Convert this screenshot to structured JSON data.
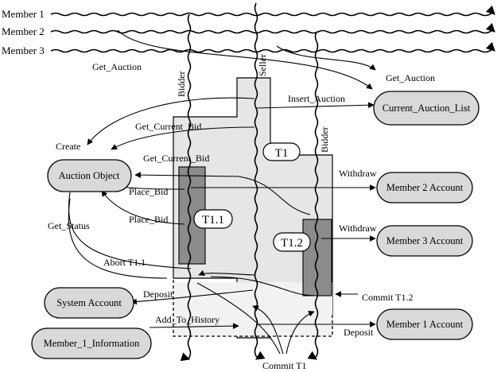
{
  "members": [
    "Member 1",
    "Member 2",
    "Member 3"
  ],
  "lifelines": {
    "bidder_left": "Bidder",
    "seller": "Seller",
    "bidder_right": "Bidder"
  },
  "transactions": {
    "t1": "T1",
    "t1_1": "T1.1",
    "t1_2": "T1.2"
  },
  "nodes": {
    "current_auction_list": "Current_Auction_List",
    "auction_object": "Auction Object",
    "member2_account": "Member 2 Account",
    "member3_account": "Member 3 Account",
    "system_account": "System Account",
    "member1_account": "Member 1 Account",
    "member1_information": "Member_1_Information"
  },
  "edge_labels": {
    "get_auction_left": "Get_Auction",
    "get_auction_right": "Get_Auction",
    "insert_auction": "Insert_Auction",
    "get_current_bid_1": "Get_Current_Bid",
    "get_current_bid_2": "Get_Current_Bid",
    "create": "Create",
    "place_bid_1": "Place_Bid",
    "place_bid_2": "Place_Bid",
    "withdraw_1": "Withdraw",
    "withdraw_2": "Withdraw",
    "get_status": "Get_Status",
    "abort_t1_1": "Abort T1.1",
    "commit_t1_2": "Commit T1.2",
    "deposit_left": "Deposit",
    "deposit_right": "Deposit",
    "add_to_history": "Add_To_History",
    "commit_t1": "Commit T1"
  },
  "colors": {
    "region_light": "#e6e6e6",
    "region_lighter": "#f2f2f2",
    "subtransaction": "#8c8c8c",
    "node_fill": "#d9d9d9"
  }
}
